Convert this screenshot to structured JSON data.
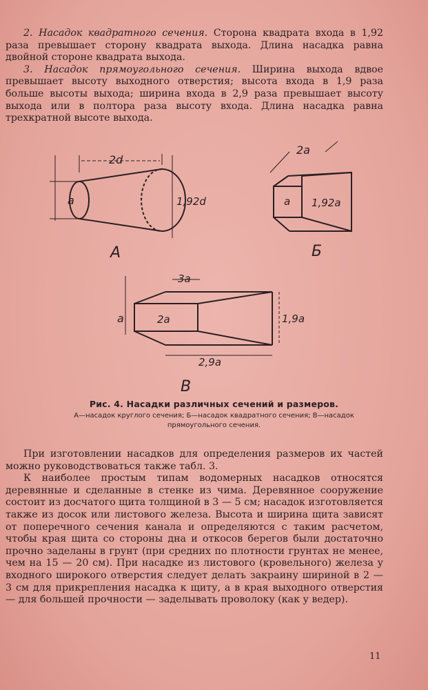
{
  "top_text": {
    "p1_label": "2. Насадок квадратного сечения.",
    "p1_text": " Сторона квадрата входа в 1,92 раза превышает сторону квадрата выхода. Длина насадка равна двойной стороне квадрата выхода.",
    "p2_label": "3. Насадок прямоугольного сечения.",
    "p2_text": " Ширина выхода вдвое превышает высоту выходного отверстия; высота входа в 1,9 раза больше высоты выхода; ширина входа в 2,9 раза превышает высоту выхода или в полтора раза высоту входа. Длина насадка равна трехкратной высоте выхода."
  },
  "figure": {
    "A": {
      "letter": "А",
      "top_dim": "2d",
      "left_dim": "a",
      "right_dim": "1,92d"
    },
    "B": {
      "letter": "Б",
      "top_dim": "2a",
      "left_dim": "a",
      "right_dim": "1,92a"
    },
    "V": {
      "letter": "В",
      "top_dim": "3a",
      "left_dim": "a",
      "inner_dim": "2a",
      "right_dim": "1,9a",
      "bottom_dim": "2,9a"
    }
  },
  "caption": {
    "title": "Рис. 4. Насадки различных сечений и размеров.",
    "legend_line1": "А—насадок круглого сечения; Б—насадок квадратного сечения; В—насадок",
    "legend_line2": "прямоугольного сечения."
  },
  "bottom_text": {
    "p1": "При изготовлении насадков для определения размеров их частей можно руководствоваться также табл. 3.",
    "p2": "К наиболее простым типам водомерных насадков относятся деревянные и сделанные в стенке из чима. Деревянное сооружение состоит из досчатого щита толщиной в 3 — 5 см; насадок изготовляется также из досок или листового железа. Высота и ширина щита зависят от поперечного сечения канала и определяются с таким расчетом, чтобы края щита со стороны дна и откосов берегов были достаточно прочно заделаны в грунт (при средних по плотности грунтах не менее, чем на 15 — 20 см). При насадке из листового (кровельного) железа у входного широкого отверстия следует делать закраину шириной в 2 — 3 см для прикрепления насадка к щиту, а в края выходного отверстия — для большей прочности — заделывать проволоку (как у ведер)."
  },
  "page_number": "11"
}
